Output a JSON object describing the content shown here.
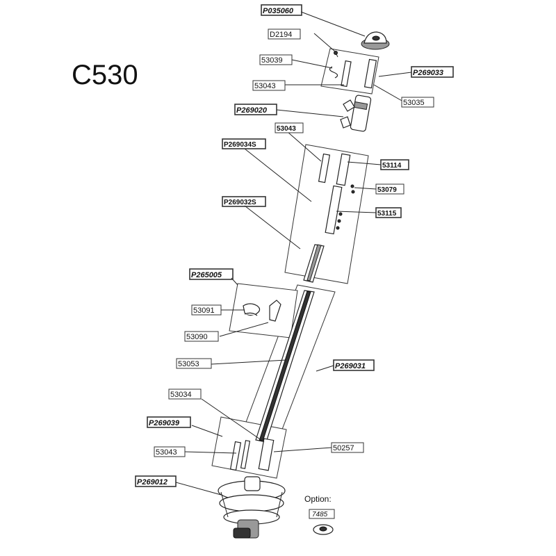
{
  "title": "C530",
  "option": {
    "heading": "Option:",
    "part": "7485"
  },
  "labels": {
    "p035060": "P035060",
    "d2194": "D2194",
    "l53039": "53039",
    "p269033": "P269033",
    "l53043_top": "53043",
    "l53035": "53035",
    "p269020": "P269020",
    "l53043_mid": "53043",
    "p269034s": "P269034S",
    "l53114": "53114",
    "l53079": "53079",
    "p269032s": "P269032S",
    "l53115": "53115",
    "p265005": "P265005",
    "l53091": "53091",
    "l53090": "53090",
    "l53053": "53053",
    "p269031": "P269031",
    "l53034": "53034",
    "p269039": "P269039",
    "l50257": "50257",
    "l53043_bot": "53043",
    "p269012": "P269012"
  }
}
